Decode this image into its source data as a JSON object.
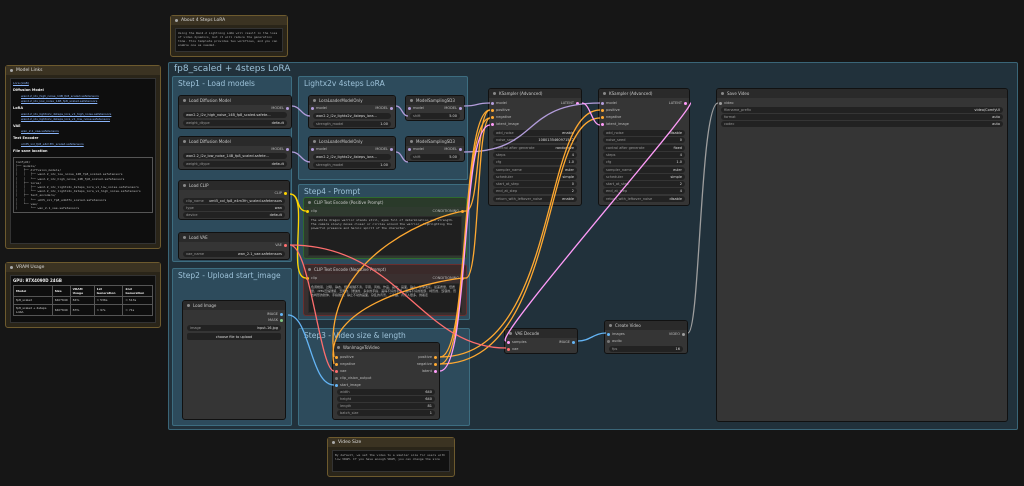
{
  "notes": {
    "about": {
      "title": "About 4 Steps LoRA",
      "text": "Using the Wan2.2 Lightning LoRA will result in the loss of video dynamics, but it will reduce the generation time. This template provides two workflows, and you can enable one as needed."
    },
    "model_links": {
      "title": "Model Links",
      "top_link": "Lora (LGB)",
      "diffusion_heading": "Diffusion Model",
      "diffusion_links": [
        "wan2.2_i2v_high_noise_14B_fp8_scaled.safetensors",
        "wan2.2_i2v_low_noise_14B_fp8_scaled.safetensors"
      ],
      "lora_heading": "LoRA",
      "lora_links": [
        "wan2.2_i2v_lightx2v_4steps_lora_v1_high_noise.safetensors",
        "wan2.2_i2v_lightx2v_4steps_lora_v1_low_noise.safetensors"
      ],
      "vae_heading": "VAE",
      "vae_links": [
        "wan_2.1_vae.safetensors"
      ],
      "te_heading": "Text Encoder",
      "te_links": [
        "umt5_xxl_fp8_e4m3fn_scaled.safetensors"
      ],
      "storage_heading": "File save location",
      "tree": [
        "ComfyUI/",
        "├── models/",
        "│   ├── diffusion_models/",
        "│   │   ├── wan2.2_i2v_low_noise_14B_fp8_scaled.safetensors",
        "│   │   └── wan2.2_i2v_high_noise_14B_fp8_scaled.safetensors",
        "│   ├── loras/",
        "│   │   ├── wan2.2_i2v_lightx2v_4steps_lora_v1_low_noise.safetensors",
        "│   │   └── wan2.2_i2v_lightx2v_4steps_lora_v1_high_noise.safetensors",
        "│   ├── text_encoders/",
        "│   │   └── umt5_xxl_fp8_e4m3fn_scaled.safetensors",
        "│   └── vae/",
        "│       └── wan_2.1_vae.safetensors"
      ]
    },
    "vram": {
      "title": "VRAM Usage",
      "gpu": "GPU: RTX4090D 24GB",
      "headers": [
        "Model",
        "Size",
        "VRAM Usage",
        "1st Generation",
        "2nd Generation"
      ],
      "rows": [
        [
          "fp8_scaled",
          "640*640",
          "84%",
          "≈ 536s",
          "≈ 513s"
        ],
        [
          "fp8_scaled + 4steps LoRA",
          "640*640",
          "83%",
          "≈ 97s",
          "≈ 71s"
        ]
      ]
    },
    "video_size": {
      "title": "Video Size",
      "text": "By default, we set the video to a smaller size for users with low VRAM. If you have enough VRAM, you can change the size"
    }
  },
  "groups": {
    "main": "fp8_scaled + 4steps LoRA",
    "step1": "Step1 - Load models",
    "lora": "Lightx2v 4steps LoRA",
    "step4": "Step4 - Prompt",
    "step2": "Step2 - Upload start_image",
    "step3": "Step3 - Video size & length"
  },
  "nodes": {
    "ldm1": {
      "title": "Load Diffusion Model",
      "out": "MODEL",
      "unet": "wan2.2_i2v_high_noise_14B_fp8_scaled.safete...",
      "wlabel": "weight_dtype",
      "wval": "default"
    },
    "ldm2": {
      "title": "Load Diffusion Model",
      "out": "MODEL",
      "unet": "wan2.2_i2v_low_noise_14B_fp8_scaled.safete...",
      "wlabel": "weight_dtype",
      "wval": "default"
    },
    "lora1": {
      "title": "LoraLoaderModelOnly",
      "in": "model",
      "out": "MODEL",
      "name": "wan2.2_i2v_lightx2v_4steps_lora...",
      "slabel": "strength_model",
      "sval": "1.00"
    },
    "lora2": {
      "title": "LoraLoaderModelOnly",
      "in": "model",
      "out": "MODEL",
      "name": "wan2.2_i2v_lightx2v_4steps_lora...",
      "slabel": "strength_model",
      "sval": "1.00"
    },
    "ms1": {
      "title": "ModelSamplingSD3",
      "in": "model",
      "out": "MODEL",
      "slabel": "shift",
      "sval": "5.00"
    },
    "ms2": {
      "title": "ModelSamplingSD3",
      "in": "model",
      "out": "MODEL",
      "slabel": "shift",
      "sval": "5.00"
    },
    "clip": {
      "title": "Load CLIP",
      "out": "CLIP",
      "rows": [
        [
          "clip_name",
          "umt5_xxl_fp8_e4m3fn_scaled.safetensors"
        ],
        [
          "type",
          "wan"
        ],
        [
          "device",
          "default"
        ]
      ]
    },
    "vae": {
      "title": "Load VAE",
      "out": "VAE",
      "rows": [
        [
          "vae_name",
          "wan_2.1_vae.safetensors"
        ]
      ]
    },
    "pos": {
      "title": "CLIP Text Encode (Positive Prompt)",
      "in": "clip",
      "out": "CONDITIONING",
      "text": "The white dragon warrior stands still, eyes full of determination and strength. The camera slowly moves closer or circles around the warrior, highlighting the powerful presence and heroic spirit of the character."
    },
    "neg": {
      "title": "CLIP Text Encode (Negative Prompt)",
      "in": "clip",
      "out": "CONDITIONING",
      "text": "色调艳丽，过曝，静态，细节模糊不清，字幕，风格，作品，画作，画面，静止，整体发灰，最差质量，低质量，JPEG压缩残留，丑陋的，残缺的，多余的手指，画得不好的手部，画得不好的脸部，畸形的，毁容的，形态畸形的肢体，手指融合，静止不动的画面，杂乱的背景，三条腿，背景人很多，倒着走"
    },
    "img": {
      "title": "Load Image",
      "out1": "IMAGE",
      "out2": "MASK",
      "ilabel": "image",
      "ival": "input-16.jpg",
      "btn": "choose file to upload"
    },
    "w2v": {
      "title": "WanImageToVideo",
      "ins": [
        "positive",
        "negative",
        "vae",
        "clip_vision_output",
        "start_image"
      ],
      "outs": [
        "positive",
        "negative",
        "latent"
      ],
      "rows": [
        [
          "width",
          "640"
        ],
        [
          "height",
          "640"
        ],
        [
          "length",
          "81"
        ],
        [
          "batch_size",
          "1"
        ]
      ]
    },
    "ks1": {
      "title": "KSampler (Advanced)",
      "ins": [
        "model",
        "positive",
        "negative",
        "latent_image"
      ],
      "out": "LATENT",
      "rows": [
        [
          "add_noise",
          "enable"
        ],
        [
          "noise_seed",
          "1080135460971572"
        ],
        [
          "control after generate",
          "randomize"
        ],
        [
          "steps",
          "4"
        ],
        [
          "cfg",
          "1.0"
        ],
        [
          "sampler_name",
          "euler"
        ],
        [
          "scheduler",
          "simple"
        ],
        [
          "start_at_step",
          "0"
        ],
        [
          "end_at_step",
          "2"
        ],
        [
          "return_with_leftover_noise",
          "enable"
        ]
      ]
    },
    "ks2": {
      "title": "KSampler (Advanced)",
      "ins": [
        "model",
        "positive",
        "negative",
        "latent_image"
      ],
      "out": "LATENT",
      "rows": [
        [
          "add_noise",
          "disable"
        ],
        [
          "noise_seed",
          "0"
        ],
        [
          "control after generate",
          "fixed"
        ],
        [
          "steps",
          "4"
        ],
        [
          "cfg",
          "1.0"
        ],
        [
          "sampler_name",
          "euler"
        ],
        [
          "scheduler",
          "simple"
        ],
        [
          "start_at_step",
          "2"
        ],
        [
          "end_at_step",
          "4"
        ],
        [
          "return_with_leftover_noise",
          "disable"
        ]
      ]
    },
    "vaed": {
      "title": "VAE Decode",
      "ins": [
        "samples",
        "vae"
      ],
      "out": "IMAGE"
    },
    "cv": {
      "title": "Create Video",
      "ins": [
        "images",
        "audio"
      ],
      "out": "VIDEO",
      "flabel": "fps",
      "fval": "16"
    },
    "sv": {
      "title": "Save Video",
      "in": "video",
      "rows": [
        [
          "filename_prefix",
          "video/ComfyUI"
        ],
        [
          "format",
          "auto"
        ],
        [
          "codec",
          "auto"
        ]
      ]
    }
  },
  "colors": {
    "model": "#b39ddb",
    "clip": "#ffd500",
    "vae": "#ff6e6e",
    "conditioning": "#ffa931",
    "latent": "#ff9cf9",
    "image": "#64b5f6",
    "video": "#9e9e9e",
    "mask": "#81c784"
  }
}
